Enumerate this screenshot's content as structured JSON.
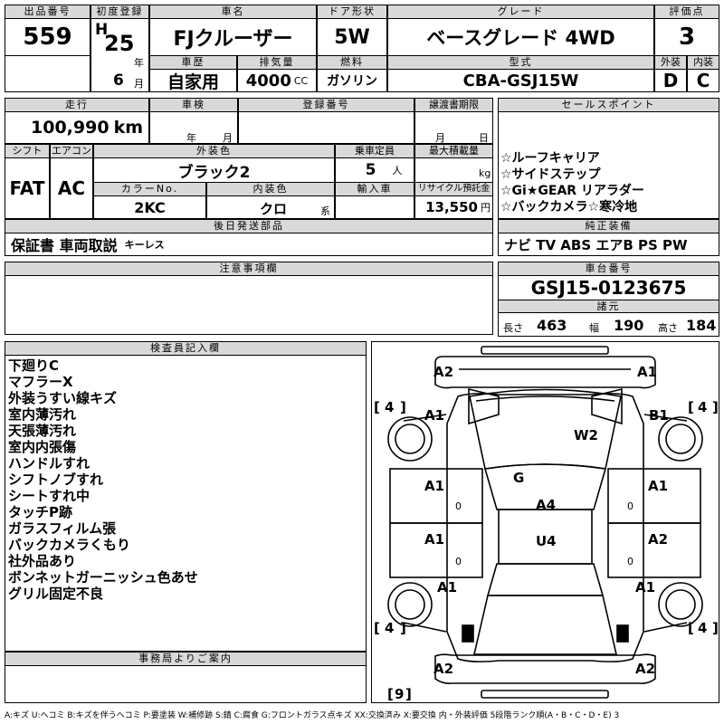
{
  "header": {
    "lot_label": "出品番号",
    "lot_value": "559",
    "first_reg_label": "初度登録",
    "era": "H",
    "year": "25",
    "year_unit": "年",
    "month": "6",
    "month_unit": "月",
    "car_name_label": "車名",
    "car_name": "FJクルーザー",
    "door_label": "ドア形状",
    "door": "5W",
    "grade_label": "グレード",
    "grade": "ベースグレード 4WD",
    "score_label": "評価点",
    "score": "3",
    "history_label": "車歴",
    "history": "自家用",
    "displacement_label": "排気量",
    "displacement": "4000",
    "displacement_unit": "CC",
    "fuel_label": "燃料",
    "fuel": "ガソリン",
    "model_label": "型式",
    "model": "CBA-GSJ15W",
    "exterior_label": "外装",
    "exterior": "D",
    "interior_label": "内装",
    "interior": "C"
  },
  "row2": {
    "mileage_label": "走行",
    "mileage": "100,990",
    "mileage_unit": "km",
    "inspection_label": "車検",
    "inspection_year_unit": "年",
    "inspection_month_unit": "月",
    "reg_no_label": "登録番号",
    "transfer_label": "譲渡書期限",
    "transfer_month_unit": "月",
    "transfer_day_unit": "日",
    "sales_label": "セールスポイント"
  },
  "row3": {
    "shift_label": "シフト",
    "shift": "FAT",
    "ac_label": "エアコン",
    "ac": "AC",
    "color_label": "外装色",
    "color": "ブラック2",
    "capacity_label": "乗車定員",
    "capacity": "5",
    "capacity_unit": "人",
    "load_label": "最大積載量",
    "load_unit": "kg",
    "color_no_label": "カラーNo.",
    "color_no": "2KC",
    "int_color_label": "内装色",
    "int_color": "クロ",
    "int_color_unit": "系",
    "import_label": "輸入車",
    "recycle_label": "リサイクル預託金",
    "recycle": "13,550",
    "recycle_unit": "円"
  },
  "sales_points": [
    "☆ルーフキャリア",
    "☆サイドステップ",
    "☆Gi★GEAR リアラダー",
    "☆バックカメラ☆寒冷地"
  ],
  "later_parts_label": "後日発送部品",
  "later_parts": "保証書 車両取説",
  "later_parts_small": "キーレス",
  "equipment_label": "純正装備",
  "equipment": "ナビ TV ABS エアB PS PW",
  "notes_label": "注意事項欄",
  "chassis_label": "車台番号",
  "chassis": "GSJ15-0123675",
  "dims_label": "諸元",
  "length_label": "長さ",
  "length": "463",
  "width_label": "幅",
  "width": "190",
  "height_label": "高さ",
  "height": "184",
  "inspector_label": "検査員記入欄",
  "inspector_notes": [
    "下廻りC",
    "マフラーX",
    "外装うすい線キズ",
    "室内薄汚れ",
    "天張薄汚れ",
    "室内内張傷",
    "ハンドルすれ",
    "シフトノブすれ",
    "シートすれ中",
    "タッチP跡",
    "ガラスフィルム張",
    "バックカメラくもり",
    "社外品あり",
    "ボンネットガーニッシュ色あせ",
    "グリル固定不良"
  ],
  "office_label": "事務局よりご案内",
  "diagram": {
    "grades": {
      "front_left": "A2",
      "front_right": "A1",
      "tire_fl_count": "4",
      "tire_fr_count": "4",
      "fender_fl": "A1",
      "fender_fr": "B1",
      "hood": "W2",
      "windshield": "G",
      "door_fl": "A1",
      "door_fr": "A1",
      "roof": "A4",
      "roof2": "U4",
      "door_rl": "A1",
      "door_rr": "A2",
      "fender_rl": "A1",
      "fender_rr": "A1",
      "tire_rl_count": "4",
      "tire_rr_count": "4",
      "rear_left": "A2",
      "rear_right": "A2",
      "spare_tire": "9",
      "zero_1": "0",
      "zero_2": "0",
      "zero_3": "0",
      "zero_4": "0"
    }
  },
  "legend": "A:キズ U:ヘコミ B:キズを伴うヘコミ P:要塗装 W:補修跡 S:錆 C:腐食 G:フロントガラス点キズ XX:交換済み X:要交換 内・外装評価 5段階ランク順(A・B・C・D・E) 3"
}
